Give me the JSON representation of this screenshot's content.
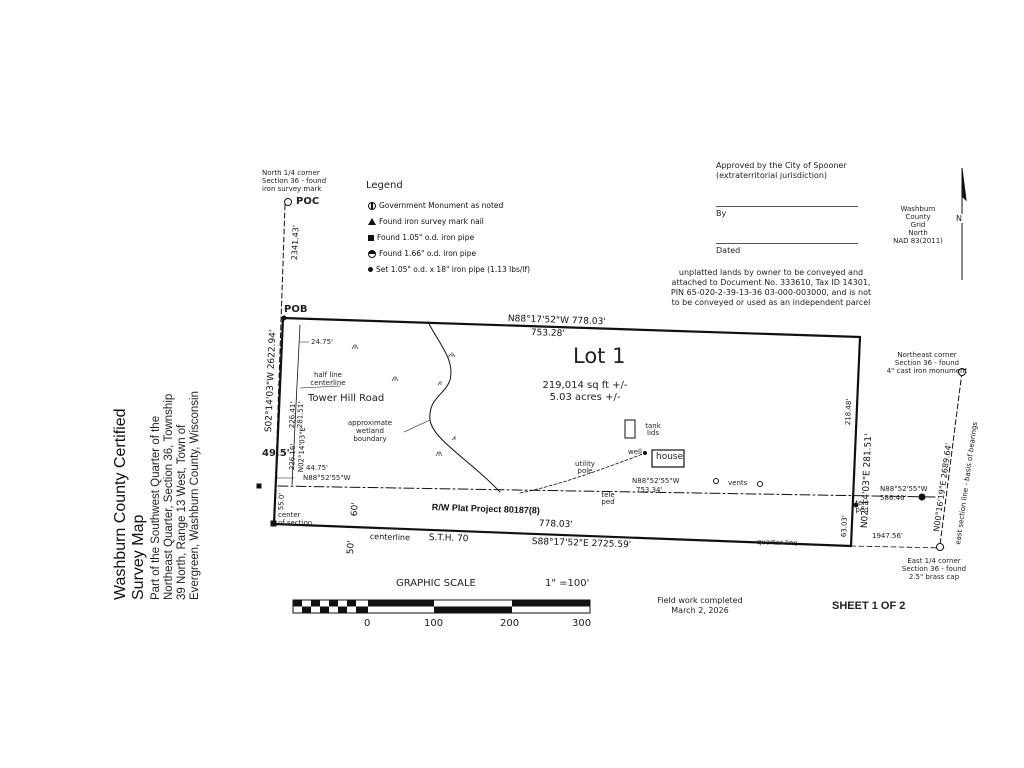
{
  "title": {
    "main": [
      "Washburn County Certified",
      "Survey Map"
    ],
    "description": [
      "Part of the Southwest Quarter of the",
      "Northeast Quarter, Section 36, Township",
      "39 North, Range 13 West, Town of",
      "Evergreen, Washburn County, Wisconsin"
    ]
  },
  "legend": {
    "heading": "Legend",
    "items": [
      {
        "symbol": "monument",
        "label": "Government Monument as noted"
      },
      {
        "symbol": "triangle",
        "label": "Found iron survey mark nail"
      },
      {
        "symbol": "square",
        "label": "Found 1.05\" o.d. iron pipe"
      },
      {
        "symbol": "halfdisc",
        "label": "Found 1.66\" o.d. iron pipe"
      },
      {
        "symbol": "dot",
        "label": "Set 1.05\" o.d. x 18\" iron pipe (1.13 lbs/lf)"
      }
    ]
  },
  "approval": {
    "line1": "Approved by the City of Spooner",
    "line2": "(extraterritorial jurisdiction)",
    "by_label": "By",
    "dated_label": "Dated"
  },
  "grid": {
    "lines": [
      "Washburn",
      "County",
      "Grid",
      "North",
      "NAD 83(2011)"
    ],
    "n_label": "N"
  },
  "note": [
    "unplatted lands by owner to be conveyed and",
    "attached to Document No. 333610, Tax ID 14301,",
    "PIN 65-020-2-39-13-36 03-000-003000, and is not",
    "to be conveyed or used as an independent parcel"
  ],
  "corners": {
    "north_quarter": [
      "North 1/4 corner",
      "Section 36 - found",
      "iron survey mark"
    ],
    "poc": "POC",
    "pob": "POB",
    "northeast": [
      "Northeast corner",
      "Section 36 - found",
      "4\" cast iron monument"
    ],
    "east_quarter": [
      "East 1/4 corner",
      "Section 36 - found",
      "2.5\" brass cap"
    ],
    "center": [
      "center",
      "of section"
    ]
  },
  "lot": {
    "name": "Lot 1",
    "area_sqft": "219,014 sq ft +/-",
    "area_acres": "5.03 acres +/-"
  },
  "dimensions": {
    "north_bearing": "N88°17'52\"W  778.03'",
    "north_inner": "753.28'",
    "south_outer": "778.03'",
    "south_section": "S88°17'52\"E  2725.59'",
    "row_bearing": "N88°52'55\"W",
    "row_distance": "753.34'",
    "west_bearing": "S02°14'03\"W  2622.94'",
    "poc_distance": "2341.43'",
    "west_inner_1": "226.41'",
    "west_inner_2": "281.51'",
    "west_inner_3": "226.16'",
    "west_inner_bearing": "N02°14'03\"E",
    "east_bearing": "N02°14'03\"E  281.51'",
    "east_inner": "218.48'",
    "east_section_bearing": "N00°16'19\"E  2689.64'",
    "east_section_note": "east section line - basis of bearings",
    "east_small_bearing": "N88°52'55\"W",
    "east_small_distance": "586.46'",
    "east_bottom": "63.03'",
    "east_1947": "1947.56'",
    "top_left_small": "24.75'",
    "left_small": "44.75'",
    "left_small_bearing": "N88°52'55\"W",
    "rw_left": "49.5'",
    "rw_55": "55.0'",
    "rw_60": "60'",
    "rw_50": "50'"
  },
  "labels": {
    "half_line": [
      "half line",
      "centerline"
    ],
    "road": "Tower Hill Road",
    "wetland": [
      "approximate",
      "wetland",
      "boundary"
    ],
    "rw_plat": "R/W Plat Project 80187(8)",
    "centerline": "centerline",
    "highway": "S.T.H. 70",
    "quarter_line": "quarter line",
    "utility_pole": [
      "utility",
      "pole"
    ],
    "house": "house",
    "well": "well",
    "tank_lids": [
      "tank",
      "lids"
    ],
    "vents": "vents",
    "tele_ped": [
      "tele",
      "ped"
    ]
  },
  "scale": {
    "label": "GRAPHIC SCALE",
    "ratio": "1\" =100'",
    "ticks": [
      "0",
      "100",
      "200",
      "300"
    ]
  },
  "field_work": [
    "Field work completed",
    "March 2, 2026"
  ],
  "sheet": "SHEET 1 OF 2"
}
